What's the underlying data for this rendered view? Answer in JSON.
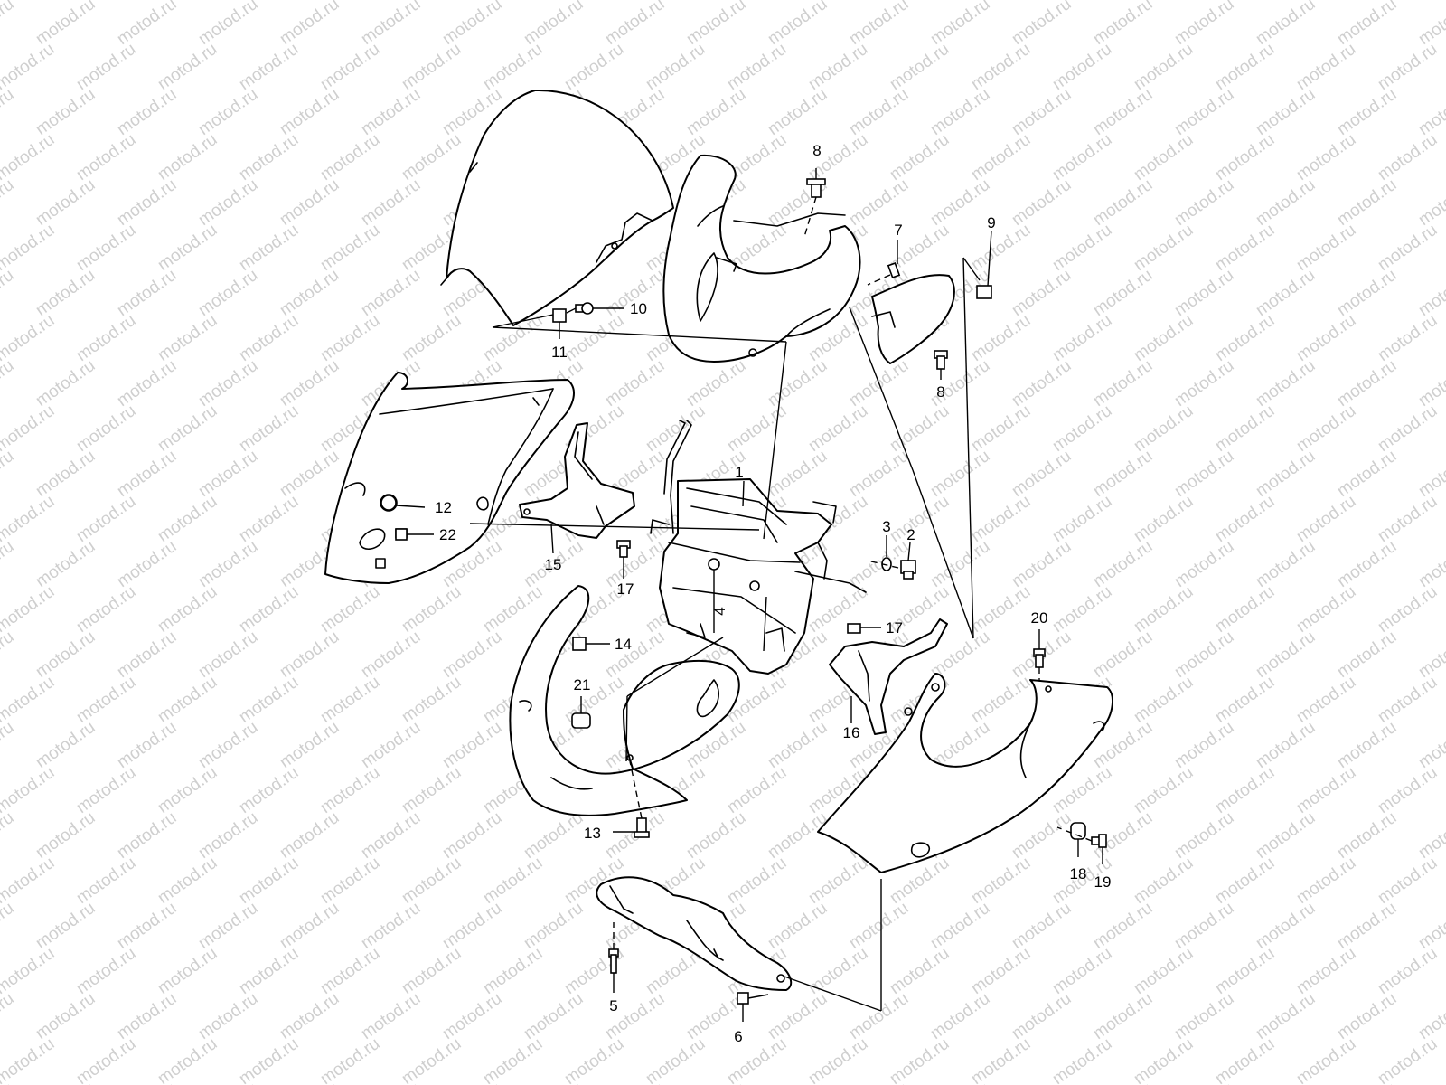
{
  "watermark": {
    "text": "motod.ru",
    "color": "#cfcfcf"
  },
  "line_color": "#000000",
  "background": "#ffffff",
  "parts": [
    {
      "id": "p1",
      "label": "1"
    },
    {
      "id": "p2",
      "label": "2"
    },
    {
      "id": "p3",
      "label": "3"
    },
    {
      "id": "p4",
      "label": "4"
    },
    {
      "id": "p5",
      "label": "5"
    },
    {
      "id": "p6",
      "label": "6"
    },
    {
      "id": "p7",
      "label": "7"
    },
    {
      "id": "p8a",
      "label": "8"
    },
    {
      "id": "p8b",
      "label": "8"
    },
    {
      "id": "p9",
      "label": "9"
    },
    {
      "id": "p10",
      "label": "10"
    },
    {
      "id": "p11",
      "label": "11"
    },
    {
      "id": "p12",
      "label": "12"
    },
    {
      "id": "p13",
      "label": "13"
    },
    {
      "id": "p14",
      "label": "14"
    },
    {
      "id": "p15",
      "label": "15"
    },
    {
      "id": "p16",
      "label": "16"
    },
    {
      "id": "p17a",
      "label": "17"
    },
    {
      "id": "p17b",
      "label": "17"
    },
    {
      "id": "p18",
      "label": "18"
    },
    {
      "id": "p19",
      "label": "19"
    },
    {
      "id": "p20",
      "label": "20"
    },
    {
      "id": "p21",
      "label": "21"
    },
    {
      "id": "p22",
      "label": "22"
    }
  ]
}
